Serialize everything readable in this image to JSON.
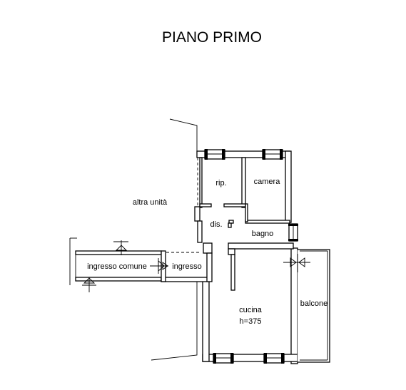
{
  "title": "PIANO PRIMO",
  "rooms": {
    "rip": "rip.",
    "camera": "camera",
    "altra_unita": "altra unità",
    "dis": "dis.",
    "bagno": "bagno",
    "ingresso_comune": "ingresso comune",
    "ingresso": "ingresso",
    "cucina": "cucina",
    "cucina_height": "h=375",
    "balcone": "balcone"
  }
}
